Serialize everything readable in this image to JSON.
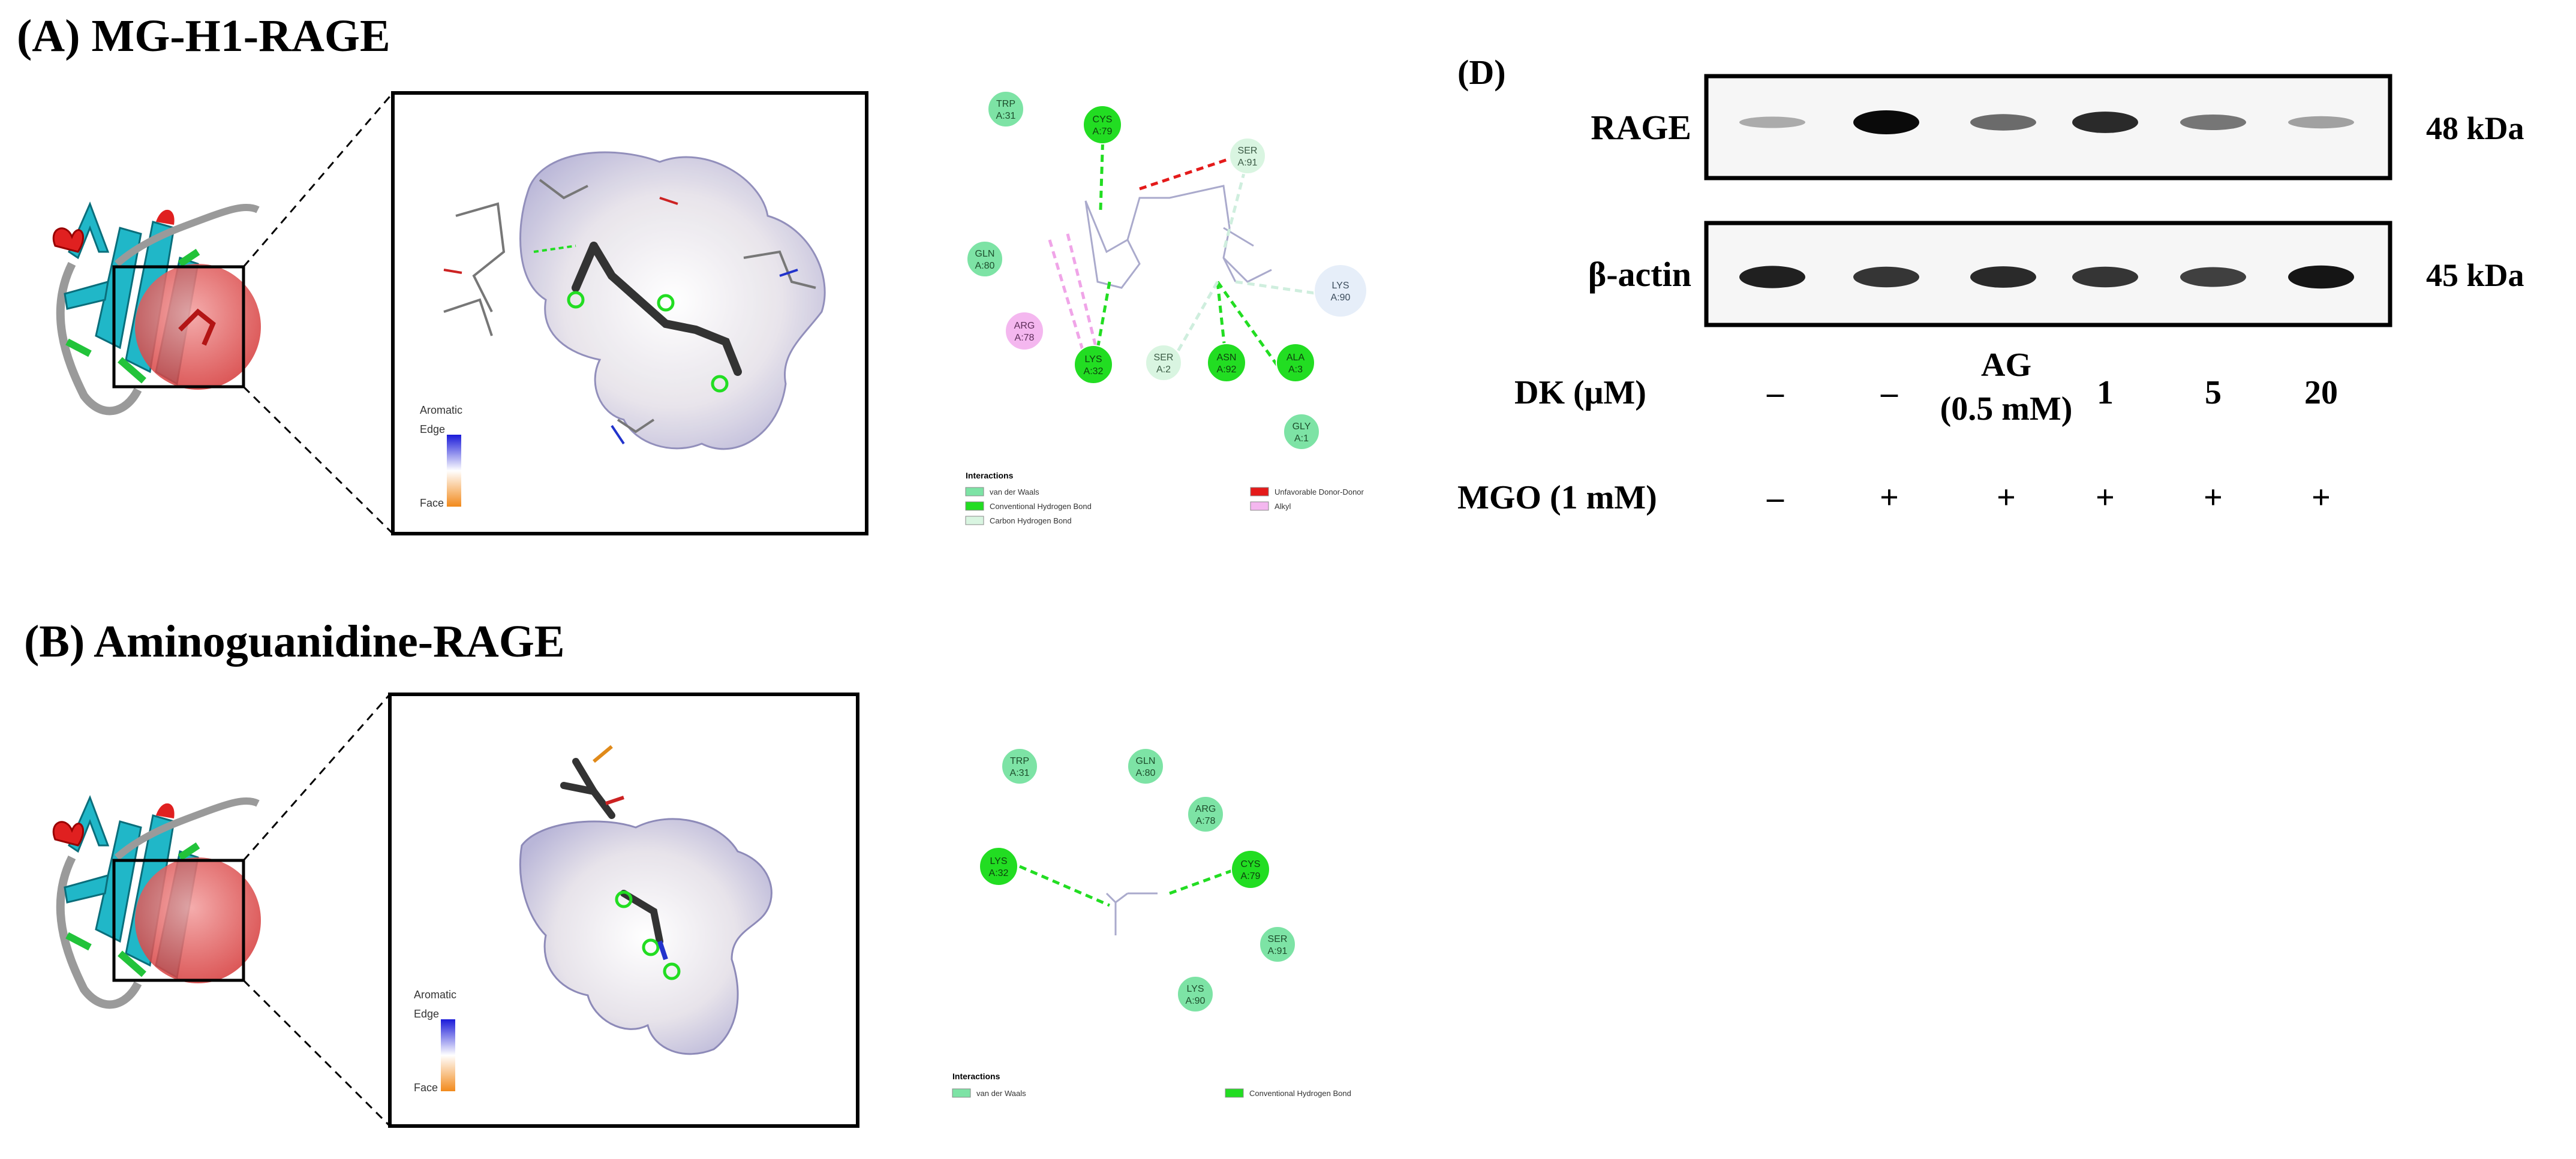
{
  "panels": {
    "A": {
      "title": "(A) MG-H1-RAGE",
      "legend3d": {
        "title": "Aromatic",
        "edge": "Edge",
        "face": "Face"
      },
      "residues": [
        {
          "id": "trp31",
          "name": "TRP",
          "num": "A:31"
        },
        {
          "id": "cys79",
          "name": "CYS",
          "num": "A:79"
        },
        {
          "id": "ser91",
          "name": "SER",
          "num": "A:91"
        },
        {
          "id": "gln80",
          "name": "GLN",
          "num": "A:80"
        },
        {
          "id": "lys90",
          "name": "LYS",
          "num": "A:90"
        },
        {
          "id": "arg78",
          "name": "ARG",
          "num": "A:78"
        },
        {
          "id": "lys32",
          "name": "LYS",
          "num": "A:32"
        },
        {
          "id": "ser2",
          "name": "SER",
          "num": "A:2"
        },
        {
          "id": "asn92",
          "name": "ASN",
          "num": "A:92"
        },
        {
          "id": "ala3",
          "name": "ALA",
          "num": "A:3"
        },
        {
          "id": "gly1",
          "name": "GLY",
          "num": "A:1"
        }
      ],
      "interactions": {
        "title": "Interactions",
        "items": [
          "van der Waals",
          "Conventional Hydrogen Bond",
          "Carbon Hydrogen Bond",
          "Unfavorable Donor-Donor",
          "Alkyl"
        ]
      }
    },
    "B": {
      "title": "(B) Aminoguanidine-RAGE",
      "legend3d": {
        "title": "Aromatic",
        "edge": "Edge",
        "face": "Face"
      },
      "residues": [
        {
          "id": "trp31",
          "name": "TRP",
          "num": "A:31"
        },
        {
          "id": "gln80",
          "name": "GLN",
          "num": "A:80"
        },
        {
          "id": "arg78",
          "name": "ARG",
          "num": "A:78"
        },
        {
          "id": "lys32",
          "name": "LYS",
          "num": "A:32"
        },
        {
          "id": "cys79",
          "name": "CYS",
          "num": "A:79"
        },
        {
          "id": "ser91",
          "name": "SER",
          "num": "A:91"
        },
        {
          "id": "lys90",
          "name": "LYS",
          "num": "A:90"
        }
      ],
      "interactions": {
        "title": "Interactions",
        "items": [
          "van der Waals",
          "Conventional Hydrogen Bond"
        ]
      }
    },
    "D": {
      "title": "(D)",
      "blots": [
        {
          "label": "RAGE",
          "size": "48 kDa",
          "intensity": [
            0.25,
            1.0,
            0.55,
            0.85,
            0.5,
            0.3
          ]
        },
        {
          "label": "β-actin",
          "size": "45 kDa",
          "intensity": [
            0.9,
            0.8,
            0.85,
            0.8,
            0.75,
            0.95
          ]
        }
      ],
      "rows": [
        {
          "label": "DK (μM)",
          "values": [
            "–",
            "–",
            "AG\n(0.5 mM)",
            "1",
            "5",
            "20"
          ]
        },
        {
          "label": "MGO (1 mM)",
          "values": [
            "–",
            "+",
            "+",
            "+",
            "+",
            "+"
          ]
        }
      ]
    }
  },
  "colors": {
    "vdw": "#7de3a5",
    "conv_hbond": "#22dd22",
    "carbon_hbond": "#d9f5e1",
    "unfav": "#e41a1a",
    "alkyl": "#f4b7ef",
    "ribbon": "#20b7c8",
    "sphere": "#e05555"
  }
}
